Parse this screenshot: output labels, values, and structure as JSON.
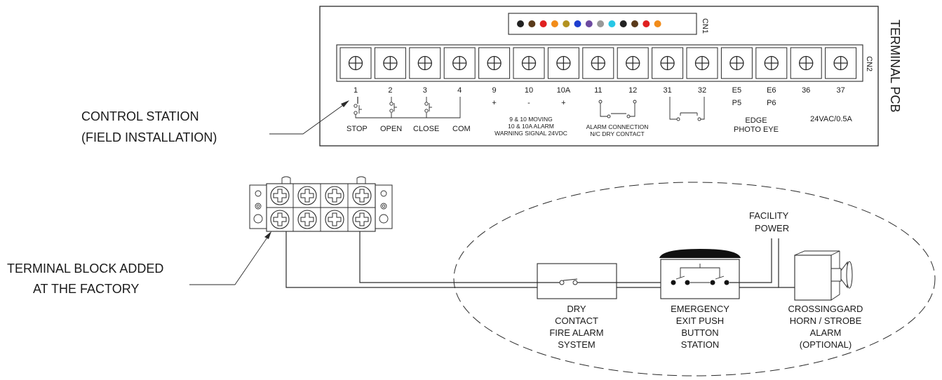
{
  "pcb": {
    "title": "TERMINAL PCB",
    "cn1_label": "CN1",
    "cn2_label": "CN2",
    "cn1_wire_colors": [
      "#222222",
      "#5a3a1a",
      "#e02020",
      "#f28c1a",
      "#b39220",
      "#1f3fd0",
      "#6d4aa0",
      "#999999",
      "#27c7e6",
      "#222222",
      "#5a3a1a",
      "#e02020",
      "#f28c1a"
    ],
    "terminals": [
      {
        "num": "1",
        "sub": ""
      },
      {
        "num": "2",
        "sub": ""
      },
      {
        "num": "3",
        "sub": ""
      },
      {
        "num": "4",
        "sub": ""
      },
      {
        "num": "9",
        "sub": "+"
      },
      {
        "num": "10",
        "sub": "-"
      },
      {
        "num": "10A",
        "sub": "+"
      },
      {
        "num": "11",
        "sub": ""
      },
      {
        "num": "12",
        "sub": ""
      },
      {
        "num": "31",
        "sub": ""
      },
      {
        "num": "32",
        "sub": ""
      },
      {
        "num": "E5",
        "sub": "P5"
      },
      {
        "num": "E6",
        "sub": "P6"
      },
      {
        "num": "36",
        "sub": ""
      },
      {
        "num": "37",
        "sub": ""
      }
    ],
    "station_labels": [
      "STOP",
      "OPEN",
      "CLOSE",
      "COM"
    ],
    "moving_signal": [
      "9 & 10 MOVING",
      "10 & 10A ALARM",
      "WARNING SIGNAL 24VDC"
    ],
    "alarm_connection": [
      "ALARM CONNECTION",
      "N/C DRY CONTACT"
    ],
    "edge_eye": [
      "EDGE",
      "PHOTO EYE"
    ],
    "power_rating": "24VAC/0.5A"
  },
  "callouts": {
    "control_station": [
      "CONTROL STATION",
      "(FIELD INSTALLATION)"
    ],
    "terminal_block": [
      "TERMINAL BLOCK ADDED",
      "AT THE FACTORY"
    ],
    "facility_power": [
      "FACILITY",
      "POWER"
    ]
  },
  "devices": {
    "dry_contact": [
      "DRY",
      "CONTACT",
      "FIRE ALARM",
      "SYSTEM"
    ],
    "exit_button": [
      "EMERGENCY",
      "EXIT PUSH",
      "BUTTON",
      "STATION"
    ],
    "horn": [
      "CROSSINGGARD",
      "HORN / STROBE",
      "ALARM",
      "(OPTIONAL)"
    ]
  }
}
